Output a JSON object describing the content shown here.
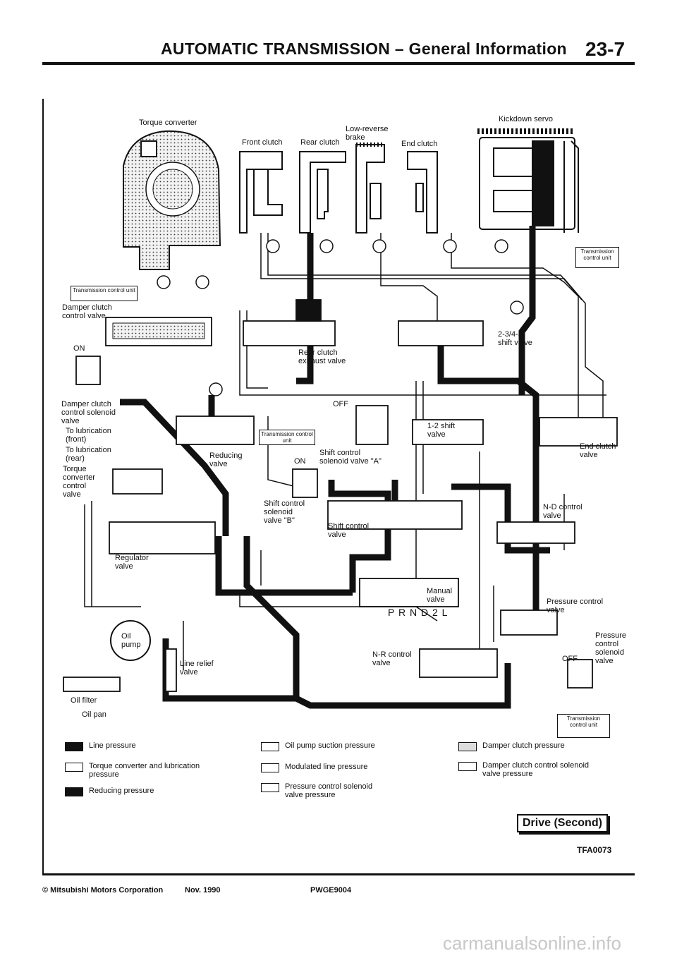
{
  "header": {
    "title": "AUTOMATIC TRANSMISSION – General Information",
    "page": "23-7"
  },
  "labels": {
    "torque_converter": "Torque converter",
    "front_clutch": "Front clutch",
    "rear_clutch": "Rear clutch",
    "low_reverse_brake": "Low-reverse\nbrake",
    "end_clutch_top": "End clutch",
    "kickdown_servo": "Kickdown servo",
    "tcu_top_right": "Transmission\ncontrol unit",
    "tcu_left": "Transmission\ncontrol unit",
    "damper_clutch_control_valve": "Damper clutch\ncontrol valve",
    "on_left": "ON",
    "damper_clutch_solenoid": "Damper clutch\ncontrol solenoid\nvalve",
    "to_lub_front": "To lubrication\n(front)",
    "to_lub_rear": "To lubrication\n(rear)",
    "tcc_valve": "Torque\nconverter\ncontrol\nvalve",
    "reducing_valve": "Reducing\nvalve",
    "rear_clutch_exhaust": "Rear clutch\nexhaust valve",
    "shift_valve_2343": "2-3/4-3\nshift valve",
    "off_mid": "OFF",
    "tcu_mid": "Transmission\ncontrol unit",
    "on_mid": "ON",
    "shift_solenoid_a": "Shift control\nsolenoid valve \"A\"",
    "shift_valve_12": "1-2 shift\nvalve",
    "end_clutch_valve": "End clutch\nvalve",
    "shift_solenoid_b": "Shift control\nsolenoid\nvalve \"B\"",
    "shift_control_valve": "Shift control\nvalve",
    "nd_control_valve": "N-D control\nvalve",
    "regulator_valve": "Regulator\nvalve",
    "manual_valve": "Manual\nvalve",
    "prnd2l": "P R N D 2 L",
    "pressure_control_valve": "Pressure control\nvalve",
    "oil_pump": "Oil\npump",
    "line_relief_valve": "Line relief\nvalve",
    "nr_control_valve": "N-R control\nvalve",
    "pc_solenoid": "Pressure\ncontrol\nsolenoid\nvalve",
    "off_right": "OFF",
    "tcu_bottom_right": "Transmission\ncontrol\nunit",
    "oil_filter": "Oil filter",
    "oil_pan": "Oil pan"
  },
  "legend": [
    {
      "text": "Line pressure",
      "fill": "#111111"
    },
    {
      "text": "Torque converter and lubrication\npressure",
      "fill": "#ffffff"
    },
    {
      "text": "Reducing pressure",
      "fill": "#111111"
    },
    {
      "text": "Oil pump suction pressure",
      "fill": "#ffffff"
    },
    {
      "text": "Modulated line pressure",
      "fill": "#ffffff"
    },
    {
      "text": "Pressure control solenoid\nvalve pressure",
      "fill": "#ffffff"
    },
    {
      "text": "Damper clutch pressure",
      "fill": "#dddddd"
    },
    {
      "text": "Damper clutch control solenoid\nvalve pressure",
      "fill": "#ffffff"
    }
  ],
  "mode_label": "Drive (Second)",
  "figure_code": "TFA0073",
  "footer": {
    "copyright": "© Mitsubishi Motors Corporation",
    "date": "Nov. 1990",
    "doc_code": "PWGE9004"
  },
  "watermark": "carmanualsonline.info"
}
